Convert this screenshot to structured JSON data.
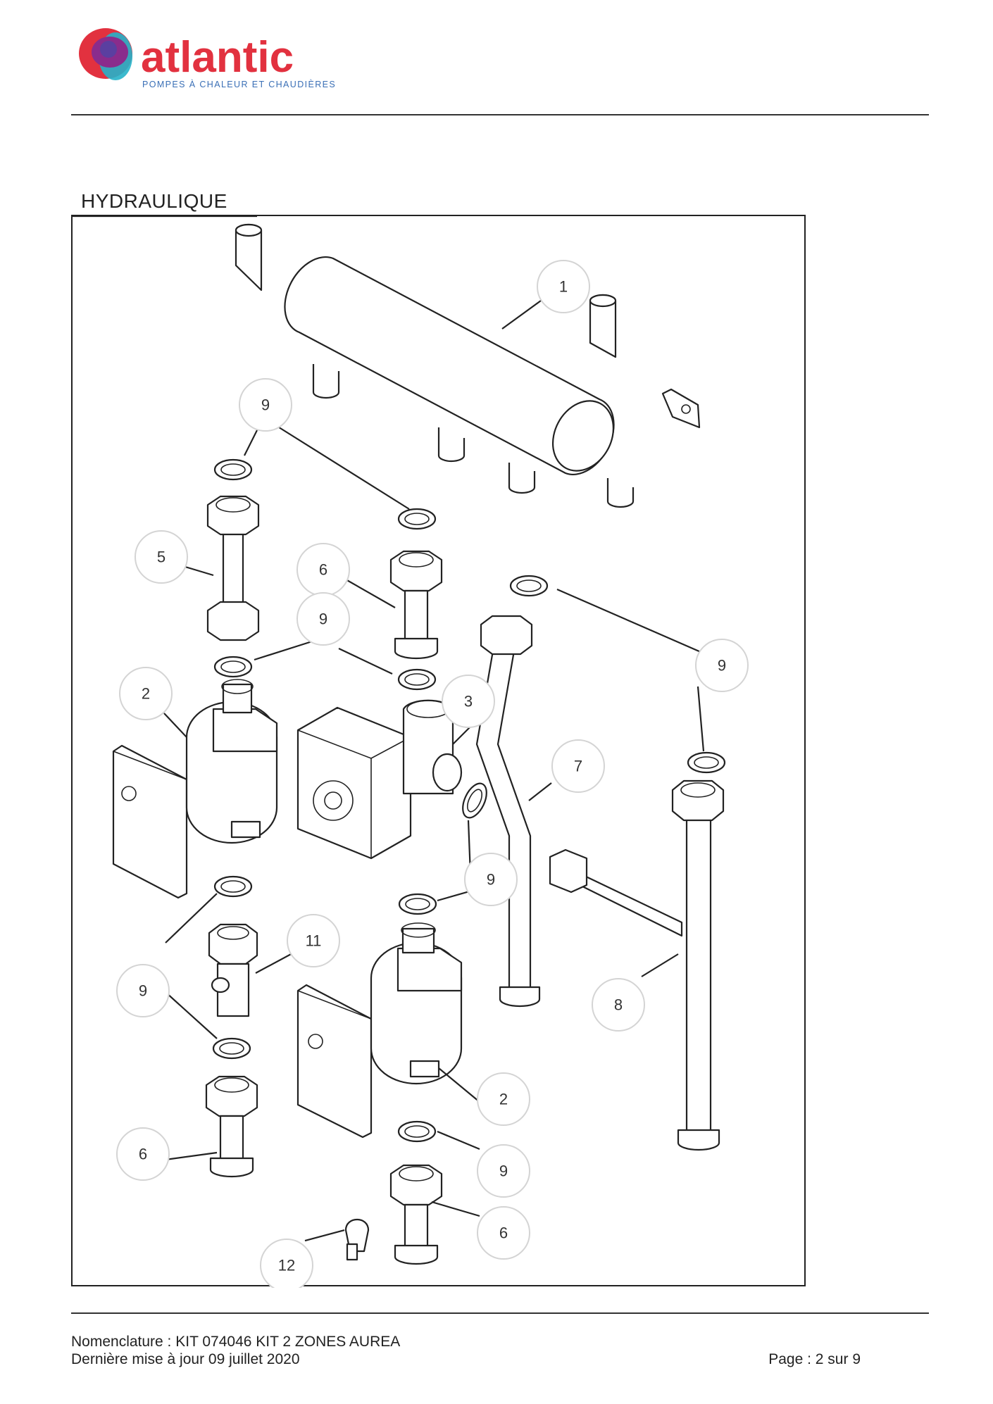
{
  "header": {
    "brand_name": "atlantic",
    "brand_tagline": "POMPES À CHALEUR ET CHAUDIÈRES",
    "brand_color": "#e2313f",
    "tagline_color": "#3a6fb6"
  },
  "section": {
    "title": "HYDRAULIQUE"
  },
  "diagram": {
    "callouts": [
      {
        "id": "c1",
        "label": "1"
      },
      {
        "id": "c2a",
        "label": "2"
      },
      {
        "id": "c2b",
        "label": "2"
      },
      {
        "id": "c3",
        "label": "3"
      },
      {
        "id": "c5",
        "label": "5"
      },
      {
        "id": "c6a",
        "label": "6"
      },
      {
        "id": "c6b",
        "label": "6"
      },
      {
        "id": "c6c",
        "label": "6"
      },
      {
        "id": "c7",
        "label": "7"
      },
      {
        "id": "c8",
        "label": "8"
      },
      {
        "id": "c9a",
        "label": "9"
      },
      {
        "id": "c9b",
        "label": "9"
      },
      {
        "id": "c9c",
        "label": "9"
      },
      {
        "id": "c9d",
        "label": "9"
      },
      {
        "id": "c9e",
        "label": "9"
      },
      {
        "id": "c9f",
        "label": "9"
      },
      {
        "id": "c11",
        "label": "11"
      },
      {
        "id": "c12",
        "label": "12"
      }
    ]
  },
  "footer": {
    "nomenclature": "Nomenclature : KIT 074046 KIT 2 ZONES AUREA",
    "updated": "Dernière mise à jour 09 juillet 2020",
    "page": "Page : 2 sur 9"
  }
}
